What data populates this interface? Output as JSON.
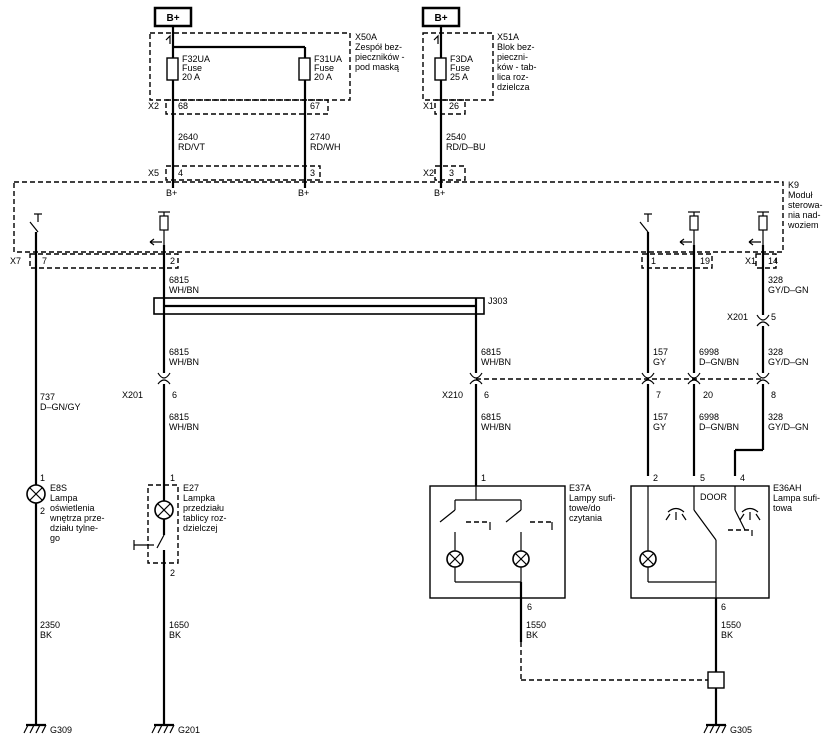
{
  "supplies": [
    "B+",
    "B+"
  ],
  "x50a": {
    "id": "X50A",
    "desc": [
      "Zespół bez-",
      "pieczników -",
      "pod maską"
    ],
    "f32": [
      "F32UA",
      "Fuse",
      "20 A"
    ],
    "f31": [
      "F31UA",
      "Fuse",
      "20 A"
    ],
    "conn": "X2",
    "pin_left": "68",
    "pin_right": "67"
  },
  "x51a": {
    "id": "X51A",
    "desc": [
      "Blok bez-",
      "pieczni-",
      "ków - tab-",
      "lica roz-",
      "dzielcza"
    ],
    "f3": [
      "F3DA",
      "Fuse",
      "25 A"
    ],
    "conn": "X1",
    "pin": "26"
  },
  "wires_top": [
    [
      "2640",
      "RD/VT"
    ],
    [
      "2740",
      "RD/WH"
    ],
    [
      "2540",
      "RD/D–BU"
    ]
  ],
  "k9": {
    "desc": [
      "K9",
      "Moduł",
      "sterowa-",
      "nia nad-",
      "woziem"
    ],
    "x5": "X5",
    "x5_pin_a": "4",
    "x5_pin_b": "3",
    "x2": "X2",
    "x2_pin": "3",
    "bplus": "B+",
    "x7": "X7",
    "x7_pin_a": "7",
    "x7_pin_b": "2",
    "pin_1": "1",
    "pin_19": "19",
    "x1": "X1",
    "x1_pin": "14"
  },
  "wires": {
    "w737": [
      "737",
      "D–GN/GY"
    ],
    "w6815": [
      "6815",
      "WH/BN"
    ],
    "w157": [
      "157",
      "GY"
    ],
    "w6998": [
      "6998",
      "D–GN/BN"
    ],
    "w328": [
      "328",
      "GY/D–GN"
    ],
    "w2350": [
      "2350",
      "BK"
    ],
    "w1650": [
      "1650",
      "BK"
    ],
    "w1550": [
      "1550",
      "BK"
    ]
  },
  "splice": "J303",
  "x201": {
    "id": "X201",
    "pin6": "6",
    "pin5": "5"
  },
  "x210": {
    "id": "X210",
    "pins": [
      "6",
      "7",
      "20",
      "8"
    ]
  },
  "e8s": {
    "desc": [
      "E8S",
      "Lampa",
      "oświetlenia",
      "wnętrza prze-",
      "działu tylne-",
      "go"
    ],
    "pin1": "1",
    "pin2": "2"
  },
  "e27": {
    "desc": [
      "E27",
      "Lampka",
      "przedziału",
      "tablicy roz-",
      "dzielczej"
    ],
    "pin1": "1",
    "pin2": "2"
  },
  "e37a": {
    "desc": [
      "E37A",
      "Lampy sufi-",
      "towe/do",
      "czytania"
    ],
    "pin1": "1",
    "pin6": "6"
  },
  "e36ah": {
    "desc": [
      "E36AH",
      "Lampa sufi-",
      "towa"
    ],
    "pins": [
      "2",
      "5",
      "4",
      "6"
    ],
    "door": "DOOR"
  },
  "grounds": [
    "G309",
    "G201",
    "G305"
  ]
}
